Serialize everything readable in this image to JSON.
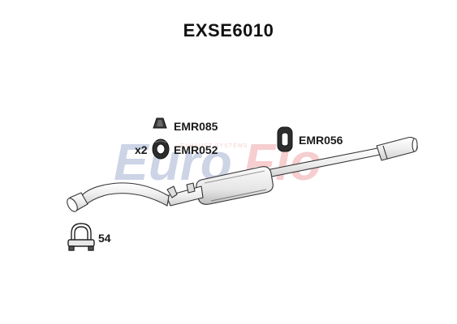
{
  "title": "EXSE6010",
  "watermark": {
    "brand_left": "Euro",
    "brand_right": "Flo",
    "tagline": "EXHAUST SYSTEMS",
    "color_left": "#1c3f8f",
    "color_right": "#d9272e"
  },
  "parts": {
    "bump_stop": {
      "code": "EMR085",
      "icon": "rubber-bump-stop-icon"
    },
    "mount_ring": {
      "code": "EMR052",
      "quantity": "x2",
      "icon": "rubber-ring-mount-icon"
    },
    "hanger": {
      "code": "EMR056",
      "icon": "rubber-hanger-icon"
    },
    "clamp": {
      "code": "54",
      "icon": "u-bolt-clamp-icon"
    }
  },
  "exhaust": {
    "icon": "exhaust-rear-section-icon",
    "stroke_color": "#333333",
    "fill_color": "#f2f2f2"
  }
}
